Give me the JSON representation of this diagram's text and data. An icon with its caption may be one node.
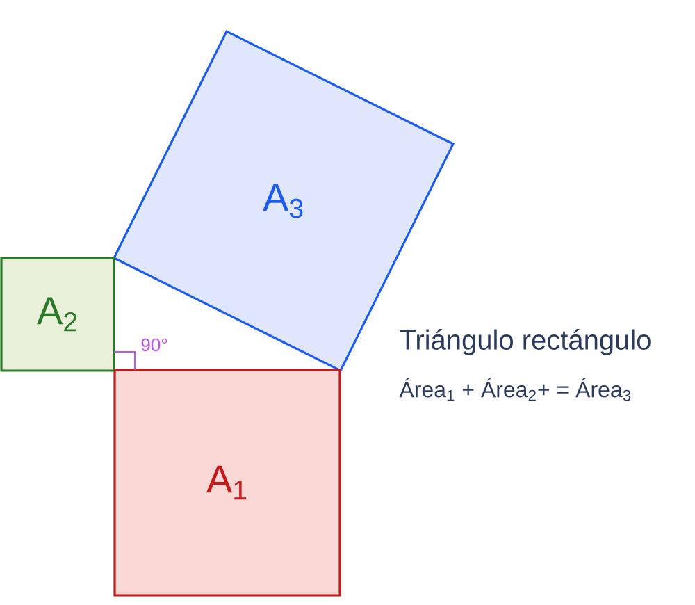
{
  "diagram": {
    "nodes": [
      {
        "text": [
          "A$_{3}$"
        ]
      },
      {
        "text": [
          "A$_{2}$"
        ]
      },
      {
        "text": [
          "A$_{1}$"
        ]
      }
    ],
    "labels": [
      "90°",
      "Triángulo rectángulo",
      "Área$_{1}$ +   Área$_{2}$+ = Área$_{3}$"
    ]
  }
}
